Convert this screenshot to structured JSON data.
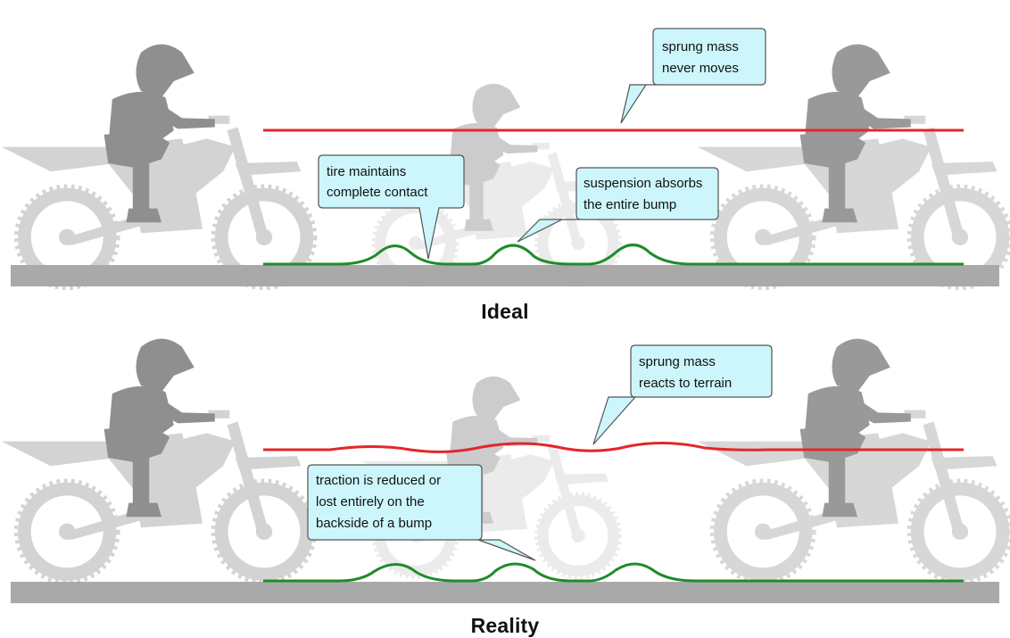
{
  "panels": {
    "ideal": {
      "caption": "Ideal",
      "callouts": {
        "sprung_mass": [
          "sprung mass",
          "never moves"
        ],
        "tire_contact": [
          "tire maintains",
          "complete contact"
        ],
        "suspension": [
          "suspension absorbs",
          "the entire bump"
        ]
      }
    },
    "reality": {
      "caption": "Reality",
      "callouts": {
        "sprung_mass": [
          "sprung mass",
          "reacts to terrain"
        ],
        "traction": [
          "traction is reduced or",
          "lost entirely on the",
          "backside of a bump"
        ]
      }
    }
  },
  "colors": {
    "sprung_line": "#e4262b",
    "ground_line": "#1f8b2a",
    "ground_strip": "#a9a9a9",
    "callout_fill": "#ccf6fb",
    "callout_stroke": "#555555",
    "rider": "#8f8f8f",
    "bike": "#d3d3d3"
  }
}
